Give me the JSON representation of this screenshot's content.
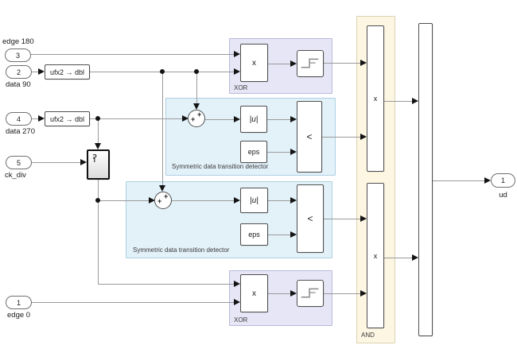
{
  "texts": {
    "conversion": "ufx2 → dbl",
    "product": "x",
    "abs": "|u|",
    "eps": "eps",
    "less_than": "<",
    "xor_label": "XOR",
    "and_label": "AND",
    "detector_label": "Symmetric data transition detector"
  },
  "inports": {
    "edge180": {
      "num": "3",
      "label": "edge 180"
    },
    "data90": {
      "num": "2",
      "label": "data 90"
    },
    "data270": {
      "num": "4",
      "label": "data 270"
    },
    "ck_div": {
      "num": "5",
      "label": "ck_div"
    },
    "edge0": {
      "num": "1",
      "label": "edge 0"
    }
  },
  "outports": {
    "ud": {
      "num": "1",
      "label": "ud"
    }
  },
  "colors": {
    "xor_area_bg": "#e6e6f7",
    "xor_area_border": "#b9b9dc",
    "detector_area_bg": "#e3f1f9",
    "detector_area_border": "#aed0e2",
    "and_area_bg": "#fcf6e3",
    "and_area_border": "#dcd3b2",
    "wire": "#9a9a9a",
    "block_border": "#4f4f4f"
  }
}
